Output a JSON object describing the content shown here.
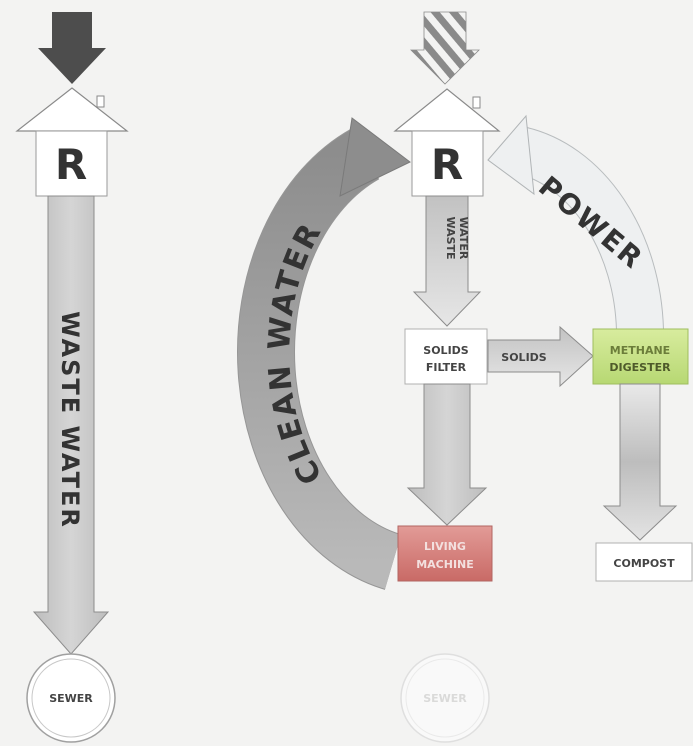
{
  "left_system": {
    "house_letter": "R",
    "flow_label": "WASTE WATER",
    "sewer_label": "SEWER"
  },
  "right_system": {
    "house_letter": "R",
    "waste_water_label": [
      "WASTE",
      "WATER"
    ],
    "clean_water_label": "CLEAN WATER",
    "power_label": "POWER",
    "solids_filter_label": [
      "SOLIDS",
      "FILTER"
    ],
    "solids_label": "SOLIDS",
    "methane_digester_label": [
      "METHANE",
      "DIGESTER"
    ],
    "living_machine_label": [
      "LIVING",
      "MACHINE"
    ],
    "compost_label": "COMPOST",
    "sewer_label": "SEWER"
  },
  "colors": {
    "inflow_arrow": "#4d4d4d",
    "methane_digester_fill": "#c8e28a",
    "living_machine_fill": "#d88582",
    "clean_water_arrow": "#9a9a9a",
    "power_arrow": "#e9eced"
  }
}
